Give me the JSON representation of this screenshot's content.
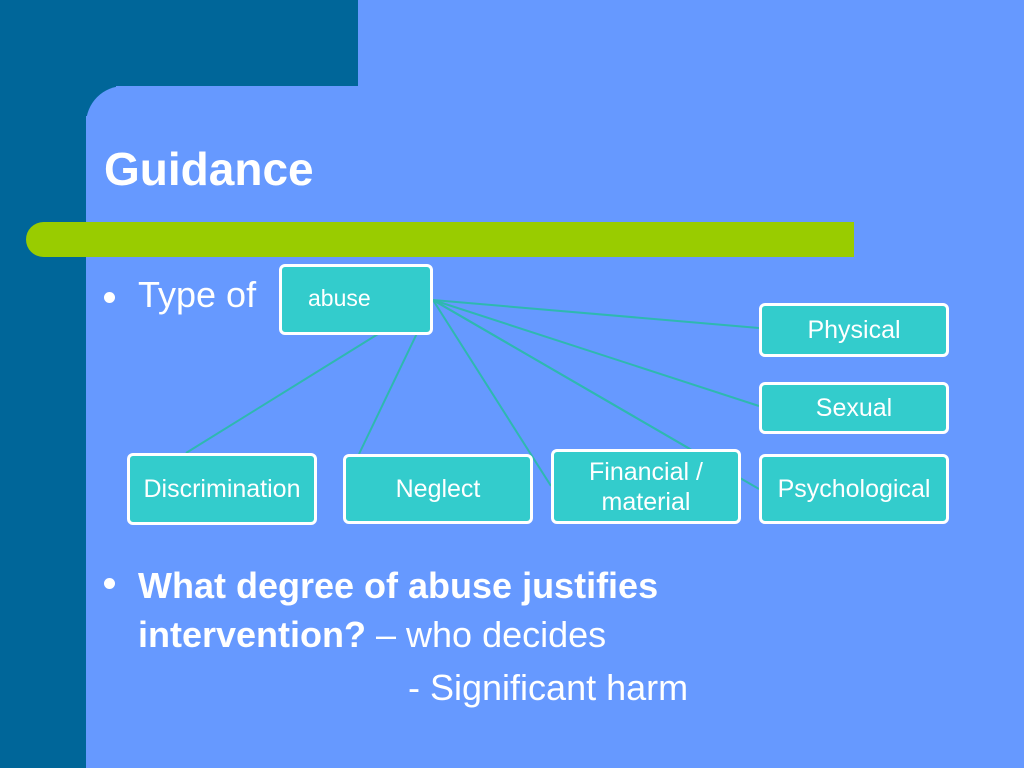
{
  "slide": {
    "title": "Guidance",
    "bullet1": {
      "prefix": "Type of"
    },
    "bullet2": {
      "question": "What degree of abuse justifies intervention?",
      "tail": " – who decides",
      "sub": "- Significant harm"
    }
  },
  "diagram": {
    "root": "abuse",
    "children": {
      "physical": "Physical",
      "sexual": "Sexual",
      "discrimination": "Discrimination",
      "neglect": "Neglect",
      "financial": "Financial / material",
      "psychological": "Psychological"
    }
  },
  "colors": {
    "background": "#6699ff",
    "dark_accent": "#006699",
    "green_bar": "#99cc00",
    "node_fill": "#33cccc",
    "connector": "#2eb8b0",
    "text": "#ffffff"
  }
}
